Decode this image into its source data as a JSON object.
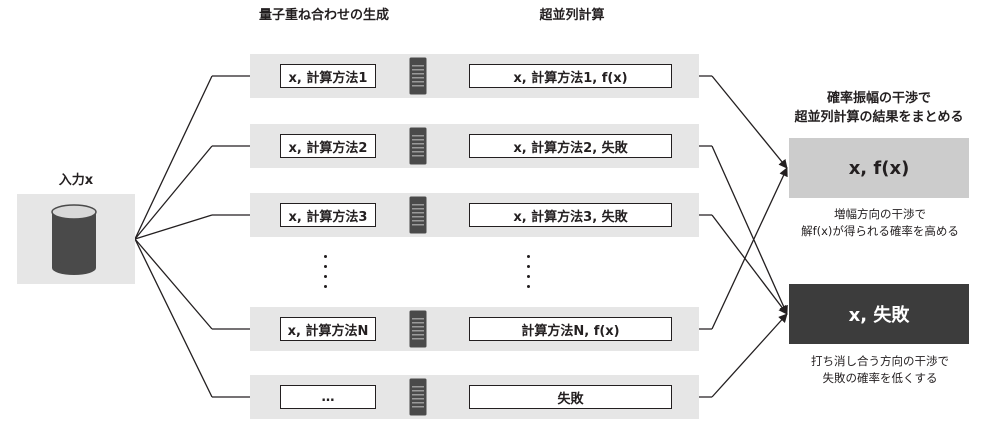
{
  "headers": {
    "superposition": "量子重ね合わせの生成",
    "parallel": "超並列計算",
    "interference_line1": "確率振幅の干渉で",
    "interference_line2": "超並列計算の結果をまとめる"
  },
  "input": {
    "label": "入力x",
    "icon": "database-cylinder-icon"
  },
  "rows": [
    {
      "method": "x, 計算方法1",
      "result": "x,  計算方法1, f(x)",
      "outcome": "success"
    },
    {
      "method": "x, 計算方法2",
      "result": "x,  計算方法2, 失敗",
      "outcome": "failure"
    },
    {
      "method": "x, 計算方法3",
      "result": "x,  計算方法3, 失敗",
      "outcome": "failure"
    },
    {
      "method": "x, 計算方法N",
      "result": "計算方法N, f(x)",
      "outcome": "success"
    },
    {
      "method": "…",
      "result": "失敗",
      "outcome": "failure"
    }
  ],
  "server_icon": "server-tower-icon",
  "outputs": {
    "success": {
      "label": "x, f(x)",
      "note_line1": "増幅方向の干渉で",
      "note_line2": "解f(x)が得られる確率を高める"
    },
    "failure": {
      "label": "x, 失敗",
      "note_line1": "打ち消し合う方向の干渉で",
      "note_line2": "失敗の確率を低くする"
    }
  },
  "colors": {
    "ink": "#231f20",
    "band": "#e6e6e6",
    "success_box": "#cccccc",
    "failure_box": "#3c3c3c"
  }
}
